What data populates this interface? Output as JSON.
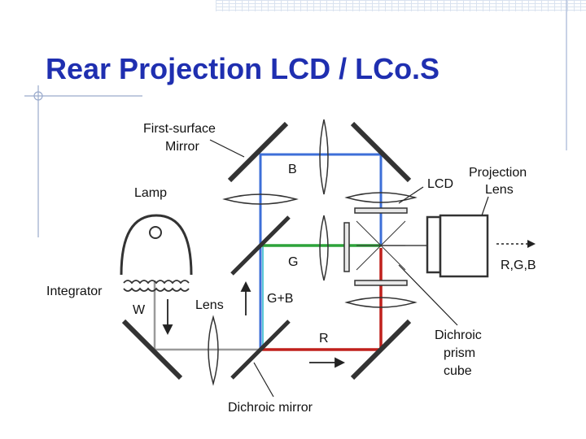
{
  "slide": {
    "title": "Rear Projection LCD / LCo.S"
  },
  "colors": {
    "title": "#1f2fb0",
    "blue_path": "#3d6fd8",
    "green_path": "#2da33a",
    "red_path": "#c0201c",
    "white_path": "#9a9a9a"
  },
  "labels": {
    "first_surface_mirror_1": "First-surface",
    "first_surface_mirror_2": "Mirror",
    "lamp": "Lamp",
    "integrator": "Integrator",
    "w": "W",
    "lens": "Lens",
    "b": "B",
    "g": "G",
    "gb": "G+B",
    "r": "R",
    "lcd": "LCD",
    "projection_lens_1": "Projection",
    "projection_lens_2": "Lens",
    "rgb": "R,G,B",
    "dichroic_prism_1": "Dichroic",
    "dichroic_prism_2": "prism",
    "dichroic_prism_3": "cube",
    "dichroic_mirror": "Dichroic mirror"
  }
}
